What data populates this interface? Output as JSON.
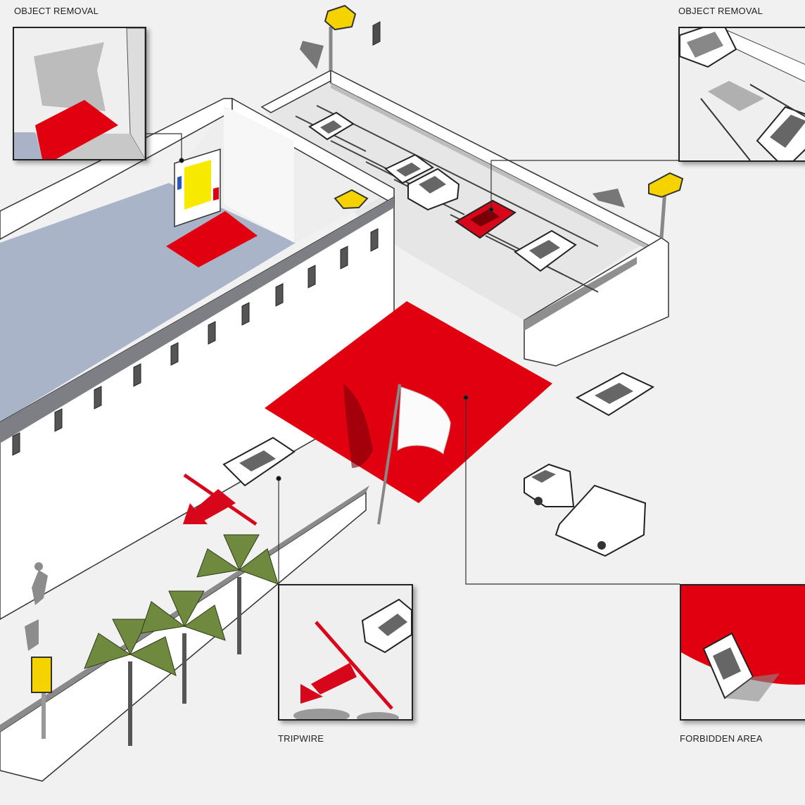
{
  "labels": {
    "object_removal_left": "OBJECT REMOVAL",
    "object_removal_right": "OBJECT REMOVAL",
    "tripwire": "TRIPWIRE",
    "forbidden_area": "FORBIDDEN AREA"
  },
  "colors": {
    "zone_red": "#e0000f",
    "camera_yellow": "#f4d300",
    "floor_blue": "#aab4c8",
    "background": "#f1f1f1"
  }
}
